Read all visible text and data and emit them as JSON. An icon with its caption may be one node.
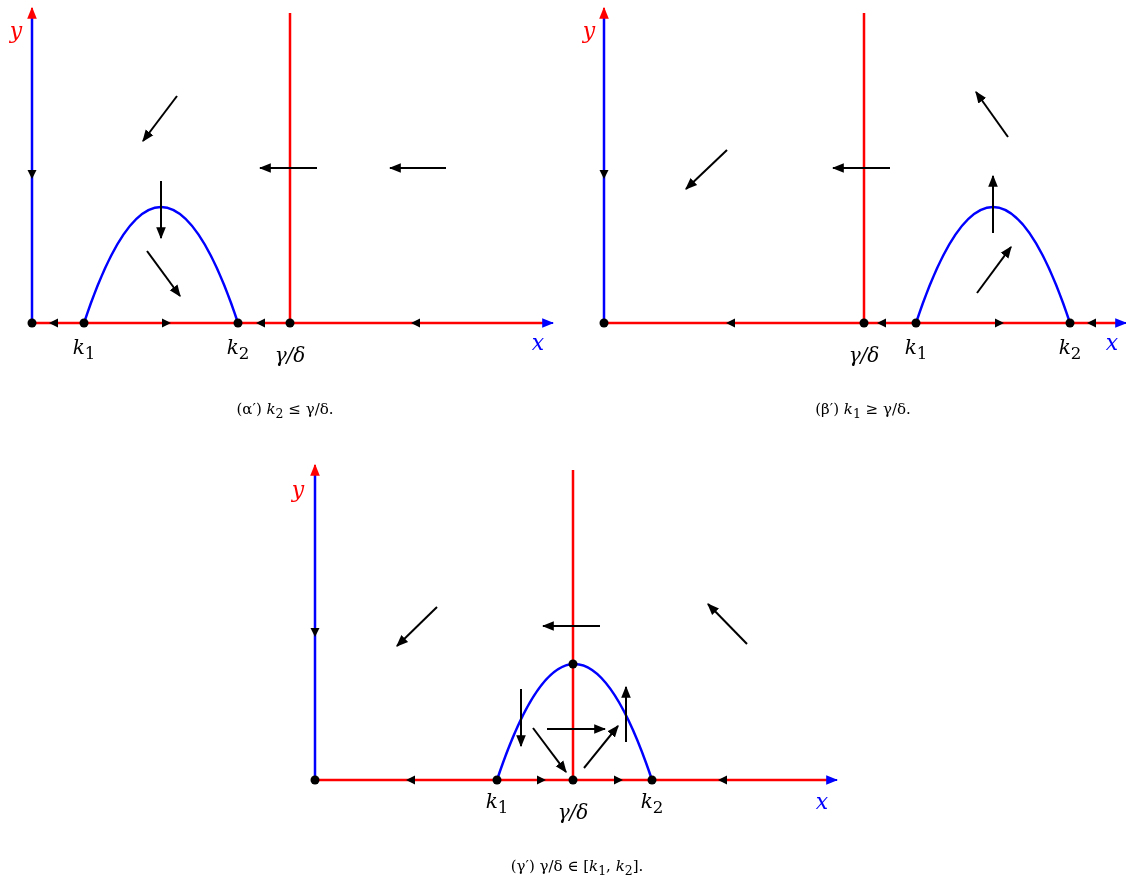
{
  "diagram": {
    "labels": [
      "y",
      "*k*$_{1}$",
      "*k*$_{2}$",
      "γ/δ",
      "x",
      "(α′) *k*$_{2}$ ≤ γ/δ.",
      "y",
      "γ/δ",
      "*k*$_{1}$",
      "*k*$_{2}$",
      "x",
      "(β′) *k*$_{1}$ ≥ γ/δ.",
      "y",
      "*k*$_{1}$",
      "γ/δ",
      "*k*$_{2}$",
      "x",
      "(γ′) γ/δ ∈ [*k*$_{1}$, *k*$_{2}$]."
    ]
  }
}
